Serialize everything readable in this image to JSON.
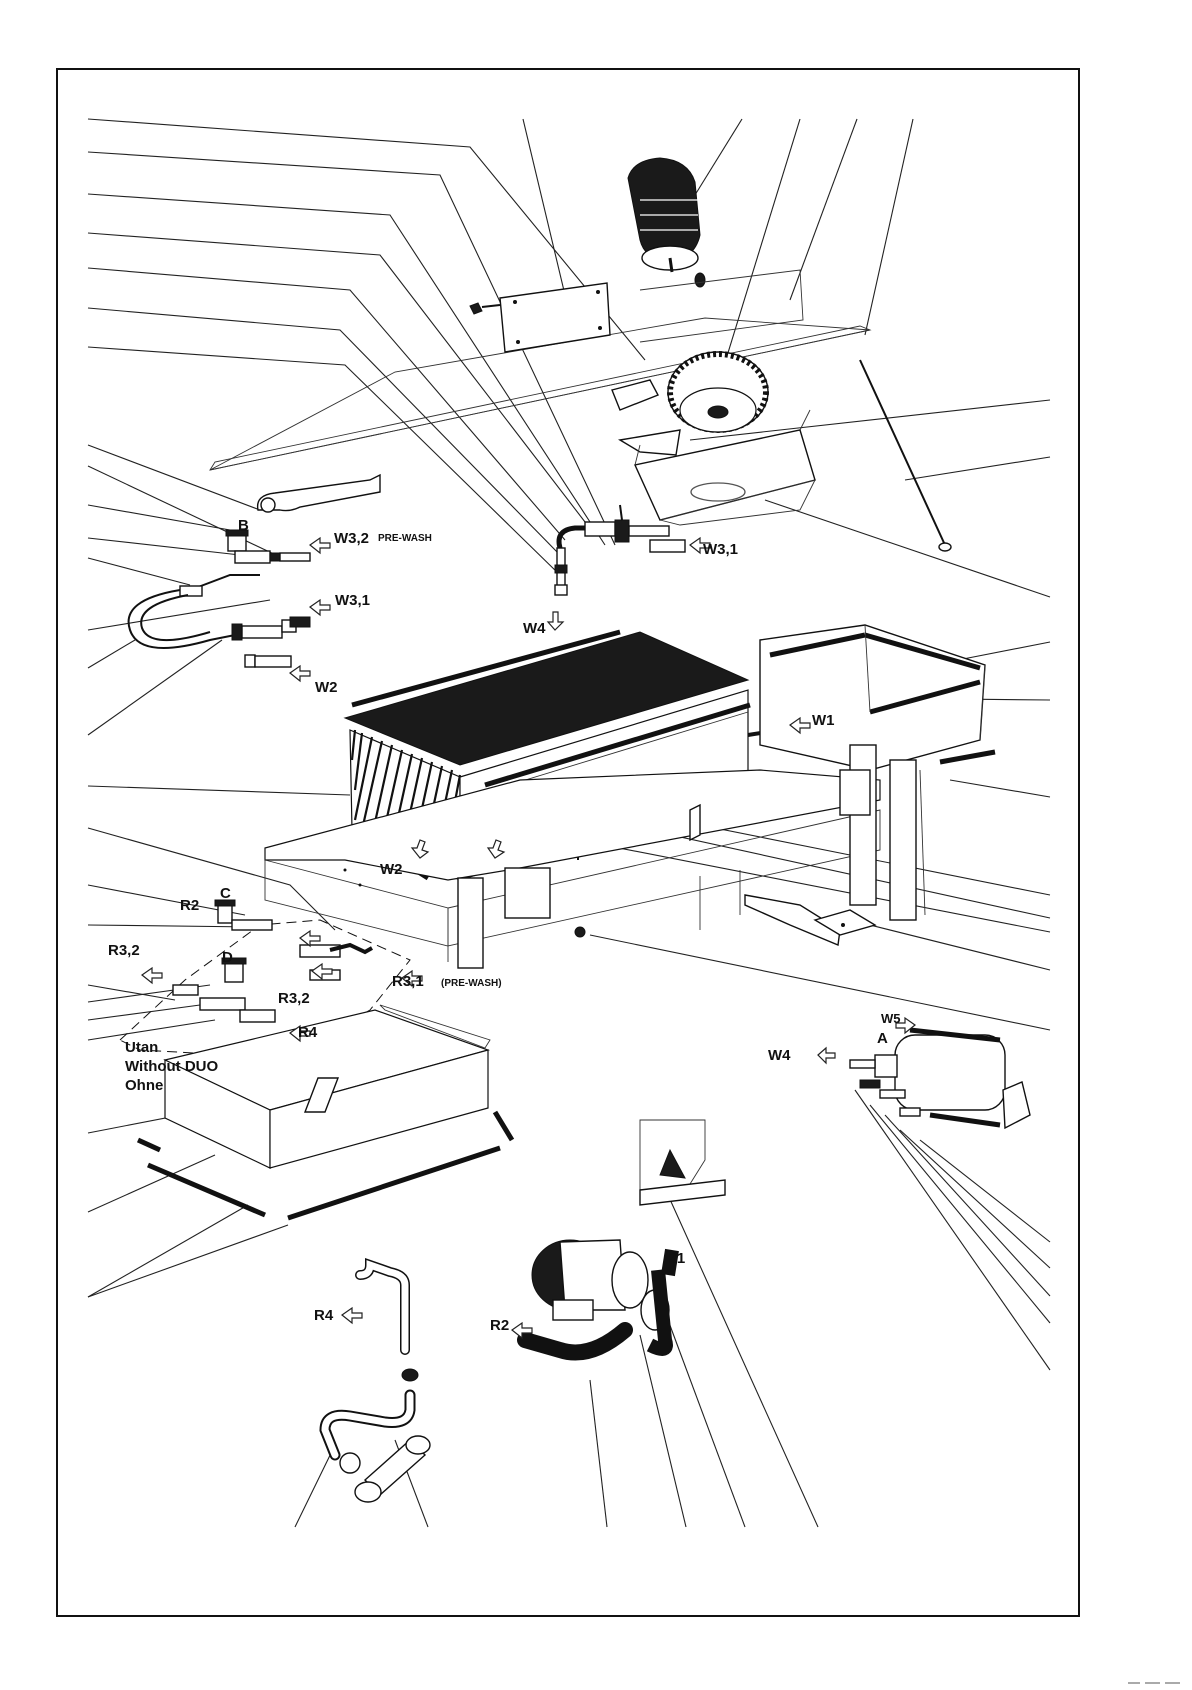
{
  "labels": {
    "w3_2": "W3,2",
    "pre_wash_1": "PRE-WASH",
    "w3_1_left": "W3,1",
    "w3_1_top": "W3,1",
    "w4_top": "W4",
    "w2_left": "W2",
    "w1": "W1",
    "w2_bottom": "W2",
    "b": "B",
    "c": "C",
    "d": "D",
    "r2_left": "R2",
    "r3_2_left": "R3,2",
    "r3_2_mid": "R3,2",
    "r3_1": "R3,1",
    "pre_wash_2": "(PRE-WASH)",
    "r4_mid": "R4",
    "utan": "Utan",
    "without_duo": "Without  DUO",
    "ohne": "Ohne",
    "w5": "W5",
    "a": "A",
    "w4_right": "W4",
    "r4_bottom": "R4",
    "r1": "R1",
    "r2_bottom": "R2"
  },
  "colors": {
    "line": "#111111",
    "fill_dark": "#1a1a1a",
    "background": "#ffffff"
  }
}
